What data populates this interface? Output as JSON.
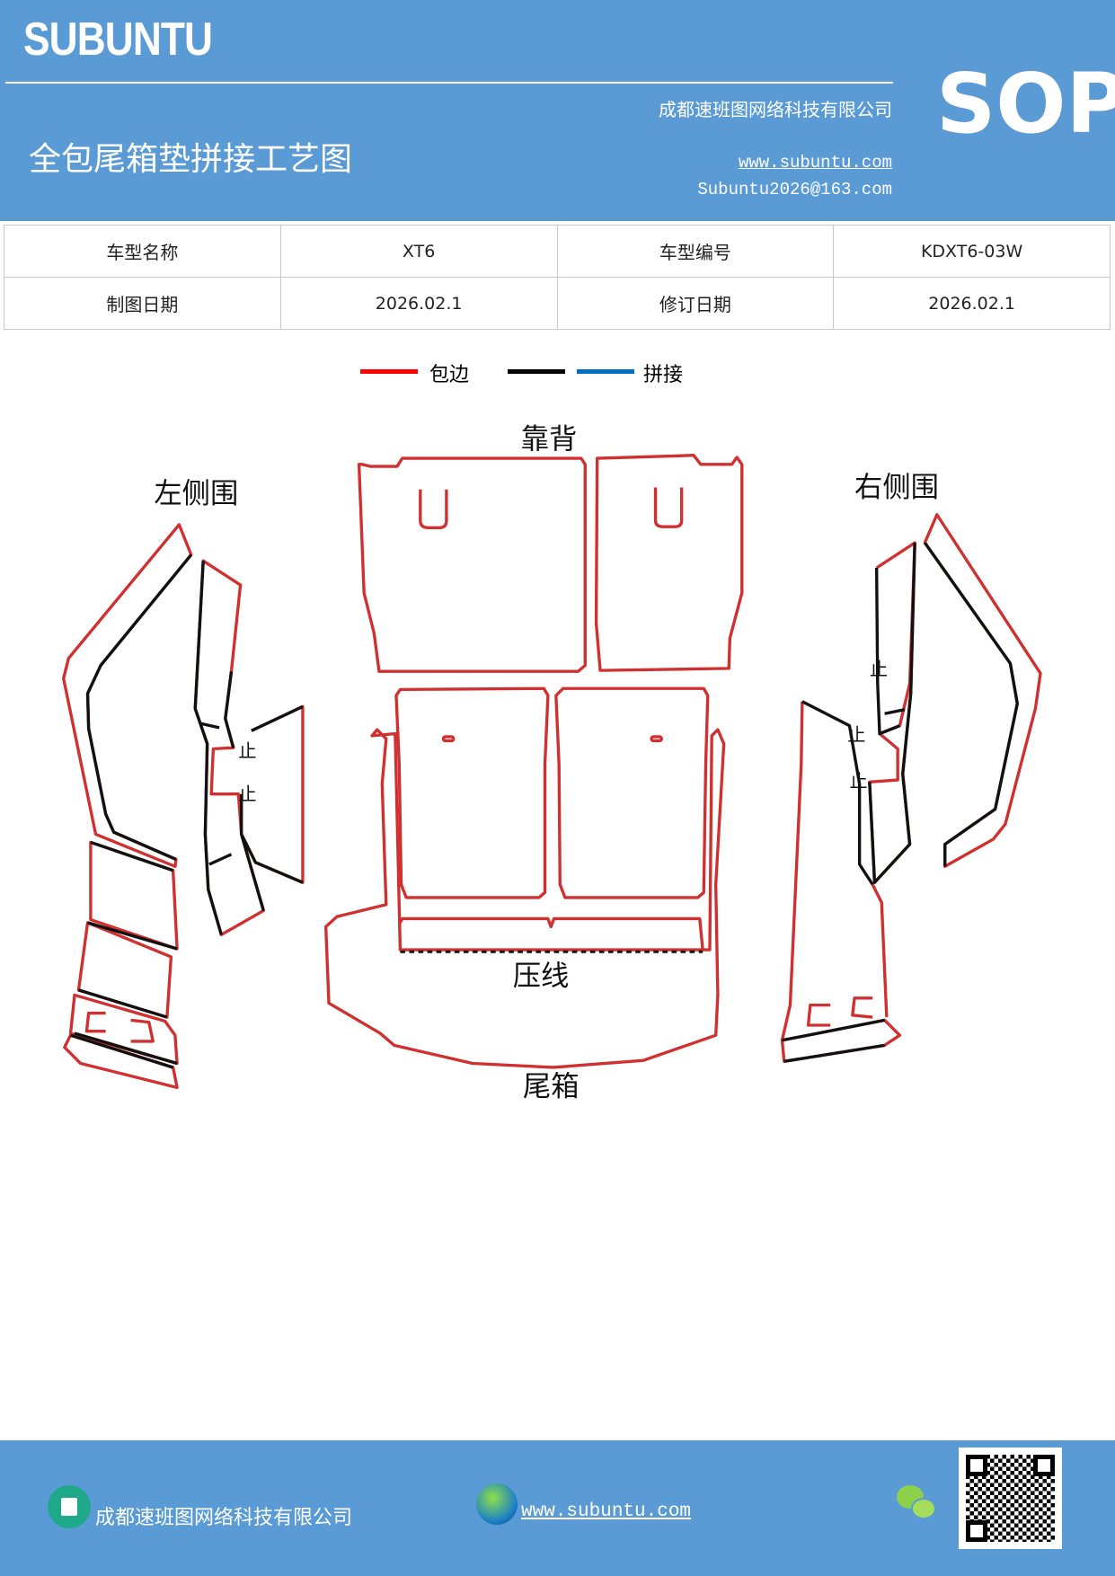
{
  "header": {
    "logo": "SUBUNTU",
    "company": "成都速班图网络科技有限公司",
    "badge": "SOP",
    "title": "全包尾箱垫拼接工艺图",
    "website": "www.subuntu.com",
    "email": "Subuntu2026@163.com"
  },
  "info_table": {
    "rows": [
      [
        "车型名称",
        "XT6",
        "车型编号",
        "KDXT6-03W"
      ],
      [
        "制图日期",
        "2026.02.1",
        "修订日期",
        "2026.02.1"
      ]
    ]
  },
  "legend": {
    "items": [
      {
        "label": "包边",
        "color": "#ff0000"
      },
      {
        "label": "",
        "color": "#000000"
      },
      {
        "label": "拼接",
        "color": "#0070c0"
      }
    ]
  },
  "diagram": {
    "labels": {
      "backrest": "靠背",
      "left_side": "左侧围",
      "right_side": "右侧围",
      "press_line": "压线",
      "trunk": "尾箱",
      "stop": "止"
    },
    "edge_color": "#d03030",
    "seam_color": "#111111"
  },
  "footer": {
    "company": "成都速班图网络科技有限公司",
    "website": "www.subuntu.com",
    "icons": [
      "building-icon",
      "globe-icon",
      "wechat-icon",
      "qr-code"
    ]
  }
}
